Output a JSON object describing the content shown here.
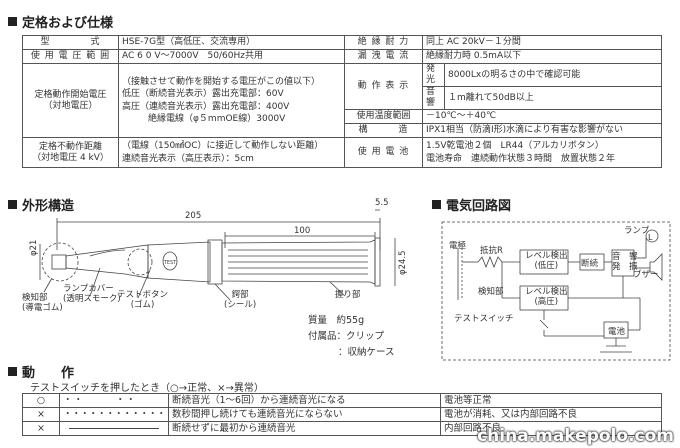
{
  "sections": {
    "spec_title": "定格および仕様",
    "outline_title": "外形構造",
    "circuit_title": "電気回路図",
    "ops_title": "動　　作"
  },
  "spec": {
    "model_label": "型　　　　式",
    "model_value": "HSE-7G型（高低圧、交流専用）",
    "voltage_label": "使 用 電 圧 範 囲",
    "voltage_value": "AC 6 0 V〜7000V　50/60Hz共用",
    "start_label_1": "定格動作開始電圧",
    "start_label_2": "（対地電圧）",
    "start_lines": [
      "（接触させて動作を開始する電圧がこの値以下）",
      "低圧（断続音光表示）露出充電部：60V",
      "高圧（連続音光表示）露出充電部：400V",
      "絶縁電線（φ５mmOE線）3000V"
    ],
    "distance_label_1": "定格不動作距離",
    "distance_label_2": "（対地電圧 4 kV）",
    "distance_lines": [
      "（電線（150㎟OC）に接近して動作しない距離）",
      "連続音光表示（高圧表示）：5cm"
    ],
    "withstand_label": "絶 縁 耐 力",
    "withstand_value": "同上 AC 20kV－１分間",
    "leak_label": "漏 洩 電 流",
    "leak_value": "絶縁耐力時 0.5mA以下",
    "display_label": "動 作 表 示",
    "display_rows": [
      {
        "k": "発光",
        "v": "8000Lxの明るさの中で確認可能"
      },
      {
        "k": "音響",
        "v": "１m離れて50dB以上"
      }
    ],
    "temp_label": "使用温度範囲",
    "temp_value": "－10℃〜＋40℃",
    "struct_label": "構　　　造",
    "struct_value": "IPX1相当（防滴Ⅰ形)水滴により有害な影響がない",
    "battery_label": "使 用 電 池",
    "battery_lines": [
      "1.5V乾電池２個　LR44（アルカリボタン）",
      "電池寿命　連続動作状態３時間　放置状態２年"
    ]
  },
  "outline": {
    "dim_total": "205",
    "dim_100": "100",
    "dim_55": "5.5",
    "dim_21": "φ21",
    "dim_245": "φ24.5",
    "detect_label": "検知部",
    "detect_sub": "(導電ゴム)",
    "cover_label": "ランプカバー",
    "cover_sub": "(透明スモーク)",
    "btn_label": "テストボタン",
    "btn_sub": "(ゴム)",
    "seal_label": "鍔部",
    "seal_sub": "(シール)",
    "grip_label": "握り部",
    "weight": "質量　約55g",
    "accessories_1": "付属品：クリップ",
    "accessories_2": "：収納ケース",
    "btn_text": "TEST"
  },
  "circuit": {
    "electrode": "電極",
    "resistor": "抵抗R",
    "detect": "検知部",
    "low_level_1": "レベル検出",
    "low_level_2": "(低圧)",
    "high_level_1": "レベル検出",
    "high_level_2": "(高圧)",
    "interrupt": "断続",
    "sound_1": "音　響",
    "sound_2": "発　振",
    "lamp": "ランプ",
    "buzzer": "ブザー",
    "test_switch": "テストスイッチ",
    "battery": "電池",
    "lamp_symbol": "L"
  },
  "ops": {
    "intro": "テストスイッチを押したとき（○→正常、×→異常）",
    "rows": [
      {
        "mark": "○",
        "indicator": "・・　　　・・",
        "condition": "断続音光（1〜6回）から連続音光になる",
        "result": "電池等正常"
      },
      {
        "mark": "×",
        "indicator": "・・・・・・・・・・・・",
        "condition": "数秒間押し続けても連続音光にならない",
        "result": "電池が消耗、又は内部回路不良"
      },
      {
        "mark": "×",
        "indicator": "",
        "condition": "断続せずに最初から連続音光",
        "result": "内部回路不良"
      }
    ]
  },
  "watermark": "china.makepolo.com"
}
